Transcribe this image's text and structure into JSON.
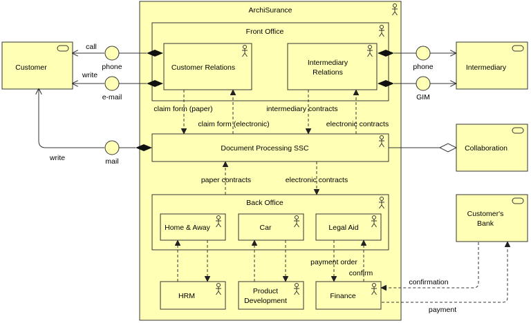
{
  "diagram": {
    "title": "ArchiSurance",
    "actors": {
      "customer": "Customer",
      "intermediary": "Intermediary",
      "collaboration": "Collaboration",
      "customers_bank_line1": "Customer's",
      "customers_bank_line2": "Bank"
    },
    "front_office": {
      "label": "Front Office",
      "customer_relations": "Customer Relations",
      "intermediary_relations_line1": "Intermediary",
      "intermediary_relations_line2": "Relations"
    },
    "document_processing": "Document Processing SSC",
    "back_office": {
      "label": "Back Office",
      "home_away": "Home & Away",
      "car": "Car",
      "legal_aid": "Legal Aid"
    },
    "support": {
      "hrm": "HRM",
      "product_development_line1": "Product",
      "product_development_line2": "Development",
      "finance": "Finance"
    },
    "interfaces": {
      "phone_left": "phone",
      "email": "e-mail",
      "mail": "mail",
      "phone_right": "phone",
      "gim": "GIM"
    },
    "flows": {
      "call": "call",
      "write_email": "write",
      "write_mail": "write",
      "claim_form_paper": "claim form (paper)",
      "claim_form_electronic": "claim form (electronic)",
      "intermediary_contracts": "intermediary contracts",
      "electronic_contracts_top": "electronic contracts",
      "paper_contracts": "paper contracts",
      "electronic_contracts_bottom": "electronic contracts",
      "payment_order": "payment order",
      "confirm": "confirm",
      "confirmation": "confirmation",
      "payment": "payment"
    }
  }
}
